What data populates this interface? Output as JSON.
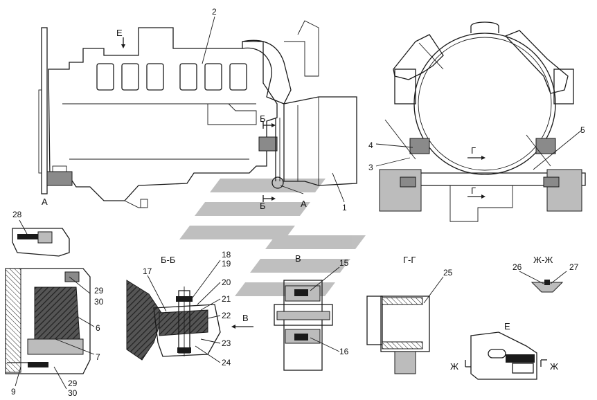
{
  "callouts": {
    "c1": "1",
    "c2": "2",
    "c3": "3",
    "c4": "4",
    "c5": "5",
    "c6": "6",
    "c7": "7",
    "c9": "9",
    "c15": "15",
    "c16": "16",
    "c17": "17",
    "c18": "18",
    "c19": "19",
    "c20": "20",
    "c21": "21",
    "c22": "22",
    "c23": "23",
    "c24": "24",
    "c25": "25",
    "c26": "26",
    "c27": "27",
    "c28": "28",
    "c29a": "29",
    "c30a": "30",
    "c29b": "29",
    "c30b": "30"
  },
  "markers": {
    "a_detail": "А",
    "a_circle": "А",
    "b_cut_top": "Б",
    "b_cut_bottom": "Б",
    "e_view": "Е",
    "g_cut": "Г",
    "g_cut2": "Г",
    "zh_left": "Ж",
    "zh_right": "Ж",
    "v_arrow": "В"
  },
  "sections": {
    "bb": "Б-Б",
    "v": "В",
    "gg": "Г-Г",
    "zhzh": "Ж-Ж",
    "e": "Е"
  },
  "colors": {
    "line": "#1a1a1a",
    "watermark": "#b9b9b9",
    "fill_gray": "#bcbcbc"
  }
}
